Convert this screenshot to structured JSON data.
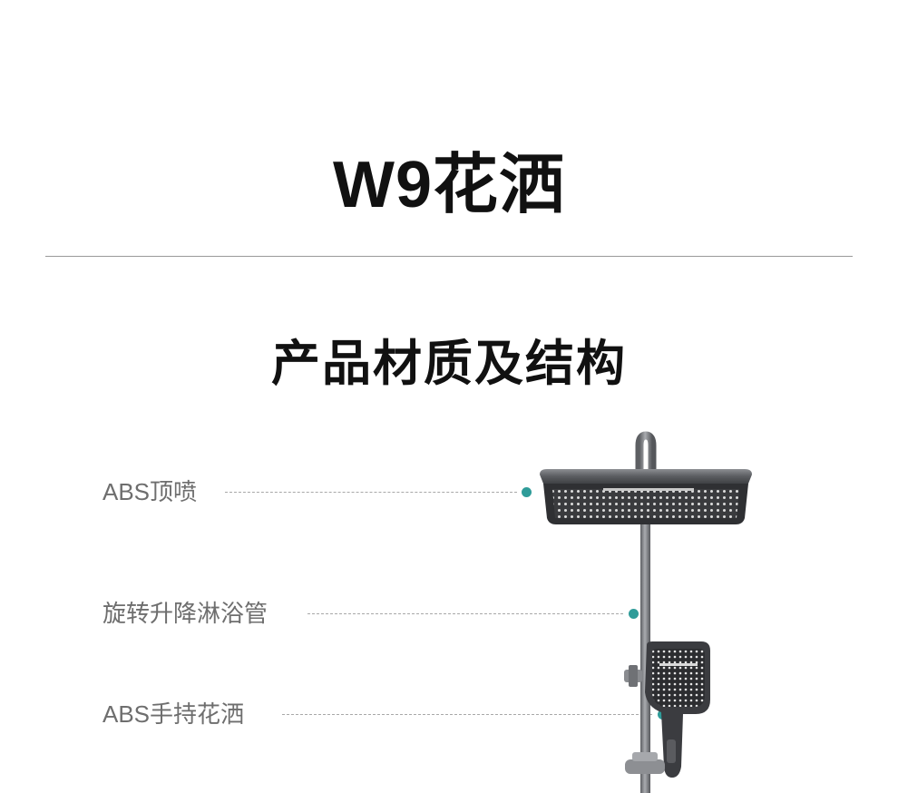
{
  "header": {
    "title": "W9花洒"
  },
  "section": {
    "title": "产品材质及结构"
  },
  "callouts": [
    {
      "label": "ABS顶喷"
    },
    {
      "label": "旋转升降淋浴管"
    },
    {
      "label": "ABS手持花洒"
    }
  ],
  "colors": {
    "dot": "#2f9c99",
    "text_dark": "#111111",
    "text_label": "#6e6e6e",
    "metal": "#6f7175"
  },
  "icons": {
    "product": "shower-set-illustration"
  }
}
